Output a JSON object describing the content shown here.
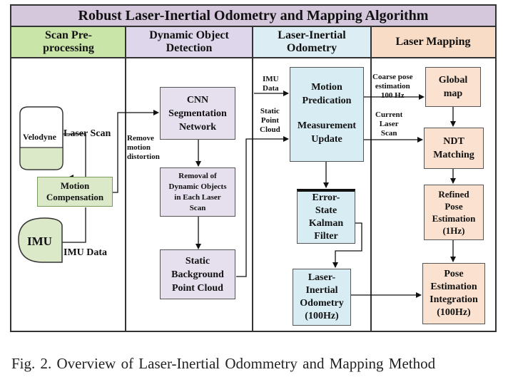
{
  "title": "Robust Laser-Inertial Odometry and Mapping Algorithm",
  "columns": [
    {
      "label": "Scan Pre-\nprocessing",
      "color": "#c9e6a8"
    },
    {
      "label": "Dynamic Object\nDetection",
      "color": "#ded6ea"
    },
    {
      "label": "Laser-Inertial\nOdometry",
      "color": "#dcedf3"
    },
    {
      "label": "Laser Mapping",
      "color": "#f8dcc6"
    }
  ],
  "nodes": {
    "velodyne": "Velodyne",
    "imu": "IMU",
    "motion_compensation": "Motion\nCompensation",
    "cnn": "CNN\nSegmentation\nNetwork",
    "removal": "Removal of\nDynamic Objects\nin  Each Laser\nScan",
    "static_bg": "Static\nBackground\nPoint Cloud",
    "motion_prediction": "Motion\nPredication",
    "measurement_update": "Measurement\nUpdate",
    "eskf": "Error-\nState\nKalman\nFilter",
    "lio": "Laser-\nInertial\nOdometry\n(100Hz)",
    "global_map": "Global\nmap",
    "ndt": "NDT\nMatching",
    "refined_pose": "Refined\nPose\nEstimation\n(1Hz)",
    "pose_integration": "Pose\nEstimation\nIntegration\n(100Hz)"
  },
  "edge_labels": {
    "laser_scan": "Laser Scan",
    "imu_data": "IMU Data",
    "remove_distortion": "Remove\nmotion\ndistortion",
    "imu_data_small": "IMU\nData",
    "static_point_cloud": "Static\nPoint\nCloud",
    "coarse_pose": "Coarse pose\nestimation\n100 Hz",
    "current_scan": "Current\nLaser\nScan"
  },
  "box_colors": {
    "green": "#dbe9c9",
    "purple": "#e6dfee",
    "blue": "#d7ecf3",
    "orange": "#fbe2d0"
  },
  "caption": "Fig. 2.    Overview of Laser-Inertial Odommetry and Mapping Method"
}
